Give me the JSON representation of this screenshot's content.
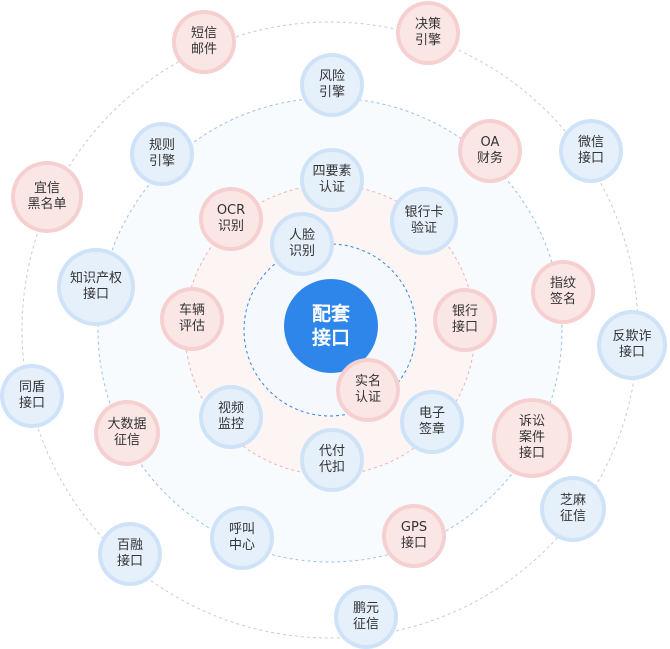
{
  "colors": {
    "center": "#2f86ea",
    "blue_fill": "#e6f0fb",
    "blue_ring": "#cfe3f8",
    "pink_fill": "#fbe6e6",
    "pink_ring": "#f6d0d0",
    "dashed_blue": "#9cc3ec",
    "dashed_pink": "#f0b3b3",
    "outer_ring": "#c9ccd1"
  },
  "center": {
    "label": "配套\n接口"
  },
  "nodes": [
    {
      "id": "renlian",
      "label": "人脸\n识别",
      "tone": "blue"
    },
    {
      "id": "yinhang",
      "label": "银行\n接口",
      "tone": "pink"
    },
    {
      "id": "shiming",
      "label": "实名\n认证",
      "tone": "pink"
    },
    {
      "id": "ocr",
      "label": "OCR\n识别",
      "tone": "pink"
    },
    {
      "id": "siyaosu",
      "label": "四要素\n认证",
      "tone": "blue"
    },
    {
      "id": "yinhangka",
      "label": "银行卡\n验证",
      "tone": "blue"
    },
    {
      "id": "cheliang",
      "label": "车辆\n评估",
      "tone": "pink"
    },
    {
      "id": "shipin",
      "label": "视频\n监控",
      "tone": "blue"
    },
    {
      "id": "daifu",
      "label": "代付\n代扣",
      "tone": "blue"
    },
    {
      "id": "dianzi",
      "label": "电子\n签章",
      "tone": "blue"
    },
    {
      "id": "fengxian",
      "label": "风险\n引擎",
      "tone": "blue"
    },
    {
      "id": "guize",
      "label": "规则\n引擎",
      "tone": "blue"
    },
    {
      "id": "oa",
      "label": "OA\n财务",
      "tone": "pink"
    },
    {
      "id": "zhiwen",
      "label": "指纹\n签名",
      "tone": "pink"
    },
    {
      "id": "zhishi",
      "label": "知识产权\n接口",
      "tone": "blue"
    },
    {
      "id": "dashuju",
      "label": "大数据\n征信",
      "tone": "pink"
    },
    {
      "id": "susong",
      "label": "诉讼\n案件\n接口",
      "tone": "pink"
    },
    {
      "id": "hujiao",
      "label": "呼叫\n中心",
      "tone": "blue"
    },
    {
      "id": "gps",
      "label": "GPS\n接口",
      "tone": "pink"
    },
    {
      "id": "duanxin",
      "label": "短信\n邮件",
      "tone": "pink"
    },
    {
      "id": "juece",
      "label": "决策\n引擎",
      "tone": "pink"
    },
    {
      "id": "weixin",
      "label": "微信\n接口",
      "tone": "blue"
    },
    {
      "id": "yixin",
      "label": "宜信\n黑名单",
      "tone": "pink"
    },
    {
      "id": "fanqizha",
      "label": "反欺诈\n接口",
      "tone": "blue"
    },
    {
      "id": "tongdun",
      "label": "同盾\n接口",
      "tone": "blue"
    },
    {
      "id": "zhima",
      "label": "芝麻\n征信",
      "tone": "blue"
    },
    {
      "id": "bairong",
      "label": "百融\n接口",
      "tone": "blue"
    },
    {
      "id": "pengyuan",
      "label": "鹏元\n征信",
      "tone": "blue"
    }
  ]
}
